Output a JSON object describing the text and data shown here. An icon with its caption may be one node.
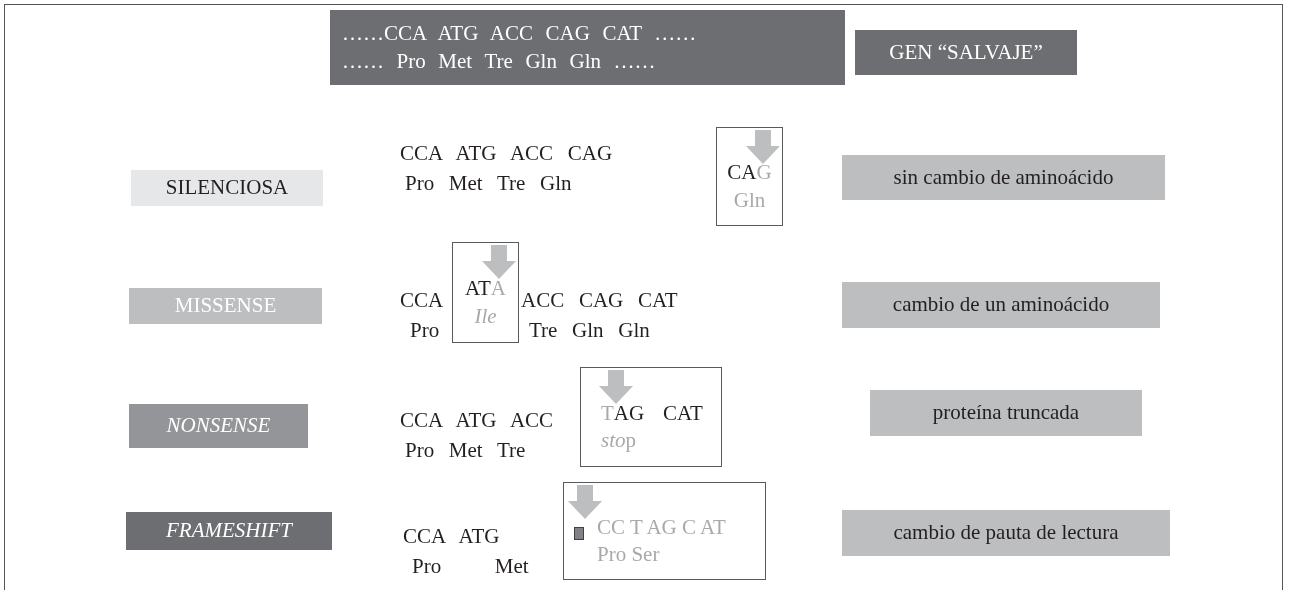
{
  "diagram": {
    "nodes": [
      {
        "text": [
          "……CCA ATG ACC CAG CAT ……",
          "…… Pro Met Tre Gln Gln ……"
        ]
      },
      {
        "text": [
          "GEN “SALVAJE”"
        ]
      },
      {
        "text": [
          "SILENCIOSA"
        ]
      },
      {
        "text": [
          "CA",
          "G",
          "Gln"
        ]
      },
      {
        "text": [
          "sin cambio de aminoácido"
        ]
      },
      {
        "text": [
          "MISSENSE"
        ]
      },
      {
        "text": [
          "AT",
          "A",
          "Ile"
        ]
      },
      {
        "text": [
          "cambio de un aminoácido"
        ]
      },
      {
        "text": [
          "NONSENSE"
        ]
      },
      {
        "text": [
          "T",
          "AG",
          "CAT",
          "sto",
          "p"
        ]
      },
      {
        "text": [
          "proteína truncada"
        ]
      },
      {
        "text": [
          "FRAMESHIFT"
        ]
      },
      {
        "text": [
          "CC T AG C AT",
          "Pro Ser"
        ]
      },
      {
        "text": [
          "cambio de pauta de lectura"
        ]
      }
    ],
    "labels": [
      "CCA ATG ACC CAG",
      "Pro Met Tre Gln",
      "CCA",
      "ACC CAG CAT",
      "Pro",
      "Tre Gln Gln",
      "CCA ATG ACC",
      "Pro Met Tre",
      "CCA ATG",
      "Pro Met"
    ]
  }
}
